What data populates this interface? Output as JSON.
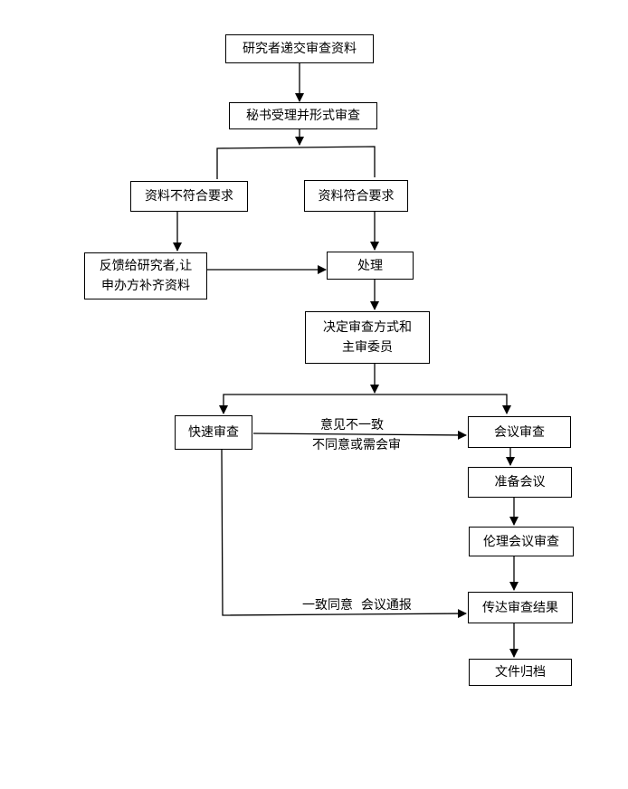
{
  "nodes": {
    "submit": "研究者递交审查资料",
    "accept": "秘书受理并形式审查",
    "not_ok": "资料不符合要求",
    "ok": "资料符合要求",
    "feedback_line1": "反馈给研究者,让",
    "feedback_line2": "申办方补齐资料",
    "process": "处理",
    "decide_line1": "决定审查方式和",
    "decide_line2": "主审委员",
    "fast": "快速审查",
    "meeting": "会议审查",
    "prepare": "准备会议",
    "ethics": "伦理会议审查",
    "convey": "传达审查结果",
    "archive": "文件归档"
  },
  "edges": {
    "disagree_line1": "意见不一致",
    "disagree_line2": "不同意或需会审",
    "agree": "一致同意  会议通报"
  }
}
